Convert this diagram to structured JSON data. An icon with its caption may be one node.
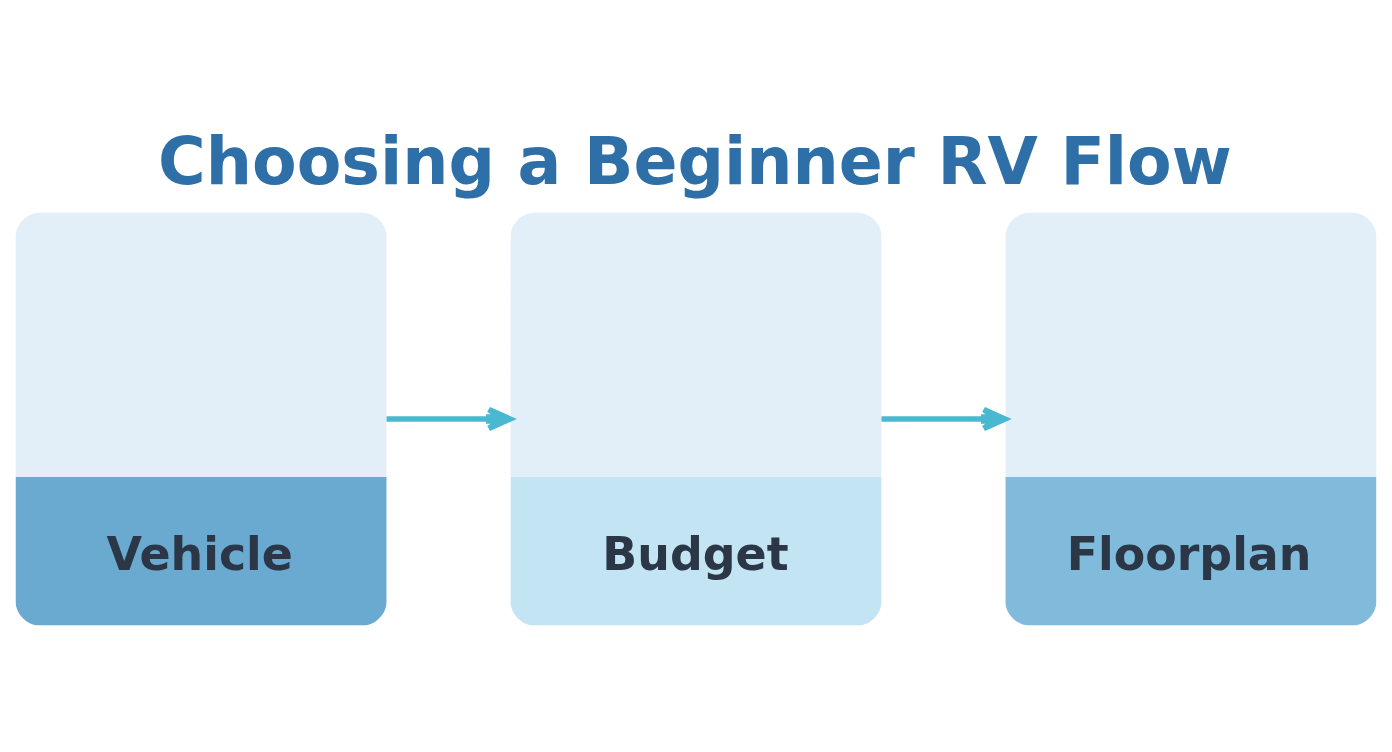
{
  "diagram": {
    "title": "Choosing a Beginner RV Flow",
    "nodes": [
      {
        "text": [
          "Vehicle"
        ]
      },
      {
        "text": [
          "Budget"
        ]
      },
      {
        "text": [
          "Floorplan"
        ]
      }
    ],
    "edges": [
      {
        "from": 0,
        "to": 1,
        "arrow": "to"
      },
      {
        "from": 1,
        "to": 2,
        "arrow": "to"
      }
    ]
  }
}
